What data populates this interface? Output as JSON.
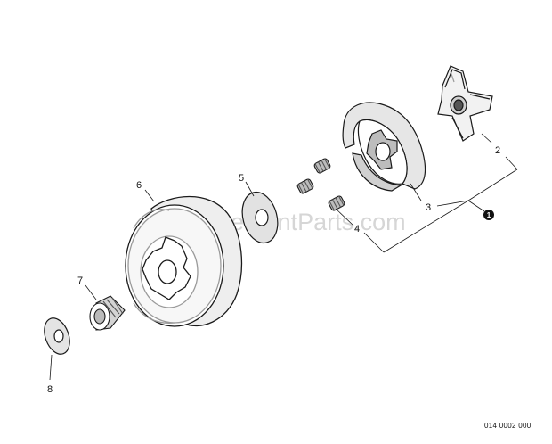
{
  "diagram": {
    "watermark": "eReplacementParts.com",
    "drawing_code": "014 0002 000",
    "assembly_marker": "1",
    "callouts": [
      "2",
      "3",
      "4",
      "5",
      "6",
      "7",
      "8"
    ]
  },
  "colors": {
    "line": "#1a1a1a",
    "shade": "#9a9a9a",
    "dark": "#555555",
    "watermark": "#d6d6d6"
  }
}
